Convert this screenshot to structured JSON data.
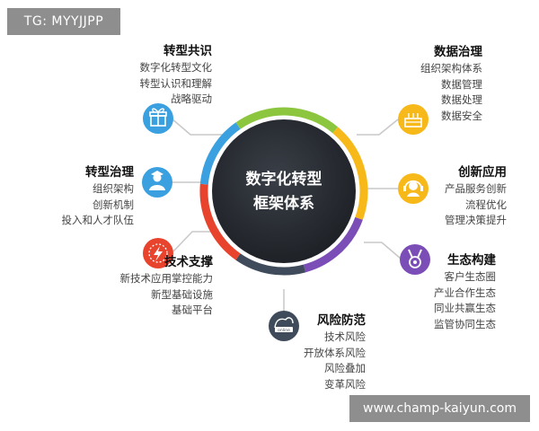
{
  "watermark_top": "TG: MYYJJPP",
  "watermark_bottom": "www.champ-kaiyun.com",
  "center": {
    "line1": "数字化转型",
    "line2": "框架体系"
  },
  "segments": {
    "transformation": {
      "title": "转型共识",
      "items": [
        "数字化转型文化",
        "转型认识和理解",
        "战略驱动"
      ],
      "color": "#3aa0e0",
      "icon": "gift-icon"
    },
    "governance": {
      "title": "转型治理",
      "items": [
        "组织架构",
        "创新机制",
        "投入和人才队伍"
      ],
      "color": "#3aa0e0",
      "icon": "person-icon"
    },
    "tech_support": {
      "title": "技术支撑",
      "items": [
        "新技术应用掌控能力",
        "新型基础设施",
        "基础平台"
      ],
      "color": "#e8442d",
      "icon": "bolt-icon"
    },
    "risk": {
      "title": "风险防范",
      "items": [
        "技术风险",
        "开放体系风险",
        "风险叠加",
        "变革风险"
      ],
      "color": "#3f4b5a",
      "icon": "online-icon",
      "icon_text": "online"
    },
    "ecosystem": {
      "title": "生态构建",
      "items": [
        "客户生态圈",
        "产业合作生态",
        "同业共赢生态",
        "监管协同生态"
      ],
      "color": "#7b4db6",
      "icon": "medal-icon"
    },
    "innovation": {
      "title": "创新应用",
      "items": [
        "产品服务创新",
        "流程优化",
        "管理决策提升"
      ],
      "color": "#f7b81a",
      "icon": "headset-icon"
    },
    "data_governance": {
      "title": "数据治理",
      "items": [
        "组织架构体系",
        "数据管理",
        "数据处理",
        "数据安全"
      ],
      "color": "#f7b81a",
      "icon": "cake-icon"
    }
  },
  "ring_colors": {
    "green": "#8cc63f",
    "yellow": "#f7b81a",
    "purple": "#7b4db6",
    "slate": "#3f4b5a",
    "red": "#e8442d",
    "blue": "#3aa0e0",
    "center": "#2b2f36"
  }
}
